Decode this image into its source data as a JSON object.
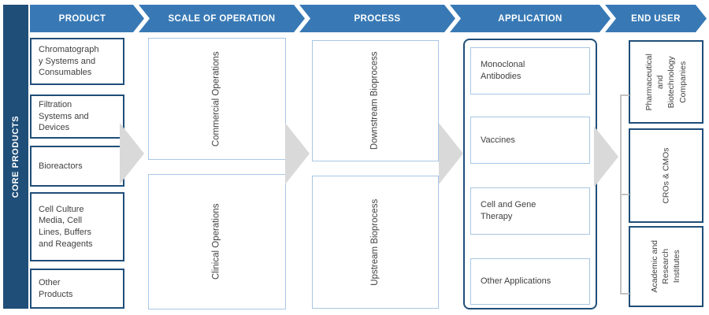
{
  "core_products": {
    "label": "CORE PRODUCTS"
  },
  "headers": {
    "product": "PRODUCT",
    "scale_of_operation": "SCALE OF OPERATION",
    "process": "PROCESS",
    "application": "APPLICATION",
    "end_user": "END USER"
  },
  "product": {
    "items": [
      "Chromatograph\ny Systems and\nConsumables",
      "Filtration\nSystems and\nDevices",
      "Bioreactors",
      "Cell Culture\nMedia, Cell\nLines, Buffers\nand Reagents",
      "Other\nProducts"
    ]
  },
  "scale_of_operation": {
    "items": [
      "Commercial Operations",
      "Clinical Operations"
    ]
  },
  "process": {
    "items": [
      "Downstream Bioprocess",
      "Upstream Bioprocess"
    ]
  },
  "application": {
    "items": [
      "Monoclonal\nAntibodies",
      "Vaccines",
      "Cell and Gene\nTherapy",
      "Other Applications"
    ]
  },
  "end_user": {
    "items": [
      "Pharmaceutical\nand\nBiotechnology\nCompanies",
      "CROs & CMOs",
      "Academic and\nResearch\nInstitutes"
    ]
  },
  "colors": {
    "header_blue": "#3879B5",
    "dark_blue": "#1F4E79",
    "light_blue_border": "#A8C6E4",
    "arrow_gray": "#D9D9D9",
    "bracket_gray": "#C2C2C2",
    "text_gray": "#3F3F3F"
  }
}
